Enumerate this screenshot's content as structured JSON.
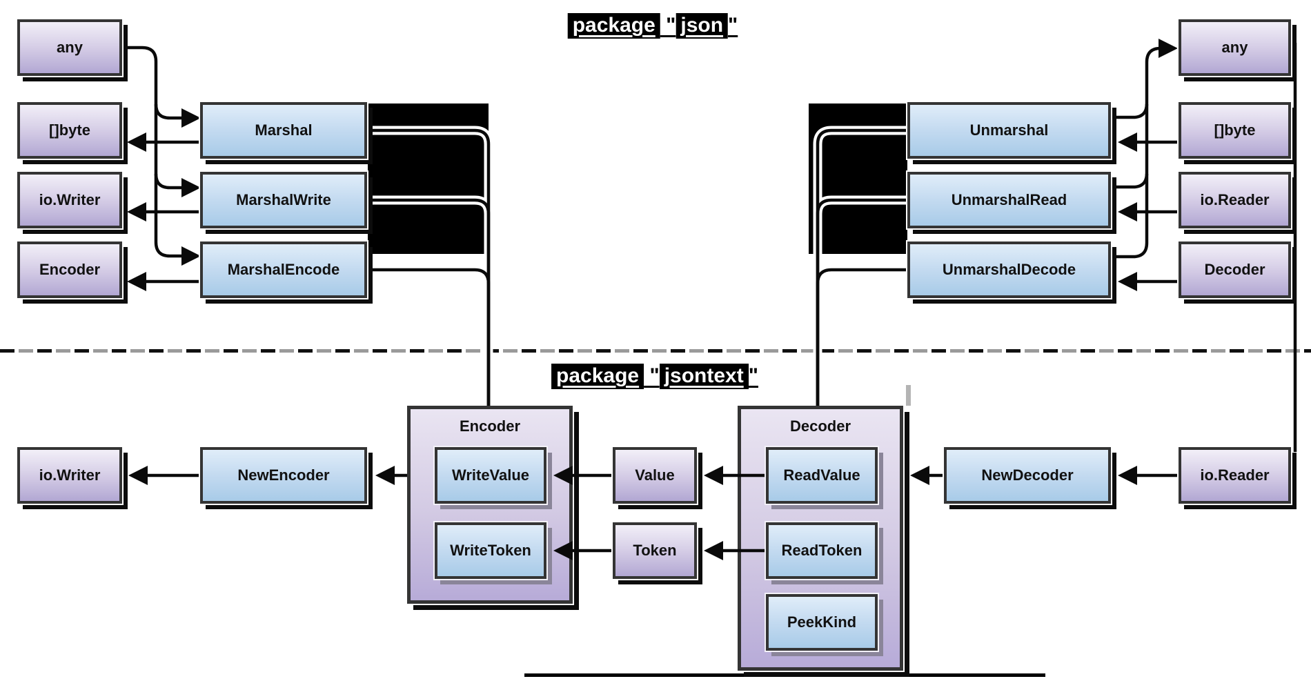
{
  "json_pkg": {
    "title_parts": [
      {
        "text": "package",
        "highlight": true
      },
      {
        "text": " \"",
        "highlight": false
      },
      {
        "text": "json",
        "highlight": true
      },
      {
        "text": "\"",
        "highlight": false
      }
    ],
    "left_types": [
      "any",
      "[]byte",
      "io.Writer",
      "Encoder"
    ],
    "marshal_funcs": [
      "Marshal",
      "MarshalWrite",
      "MarshalEncode"
    ],
    "unmarshal_funcs": [
      "Unmarshal",
      "UnmarshalRead",
      "UnmarshalDecode"
    ],
    "right_types": [
      "any",
      "[]byte",
      "io.Reader",
      "Decoder"
    ]
  },
  "jsontext_pkg": {
    "title_parts": [
      {
        "text": "package",
        "highlight": true
      },
      {
        "text": " \"",
        "highlight": false
      },
      {
        "text": "jsontext",
        "highlight": true
      },
      {
        "text": "\"",
        "highlight": false
      }
    ],
    "io_writer": "io.Writer",
    "new_encoder": "NewEncoder",
    "encoder": {
      "label": "Encoder",
      "methods": [
        "WriteValue",
        "WriteToken"
      ]
    },
    "value": "Value",
    "token": "Token",
    "decoder": {
      "label": "Decoder",
      "methods": [
        "ReadValue",
        "ReadToken",
        "PeekKind"
      ]
    },
    "new_decoder": "NewDecoder",
    "io_reader": "io.Reader"
  },
  "colors": {
    "purple_box_top": "#f2eff8",
    "purple_box_bottom": "#b2a7d3",
    "blue_box_top": "#e0edf9",
    "blue_box_bottom": "#a8cbe8",
    "container_top": "#eae5f2",
    "container_bottom": "#b7abd8",
    "border": "#343434",
    "shadow": "#0c0c0c",
    "redaction": "#000000",
    "divider_black": "#101010",
    "divider_gray": "#9a9a9a",
    "line": "#0a0a0a"
  }
}
